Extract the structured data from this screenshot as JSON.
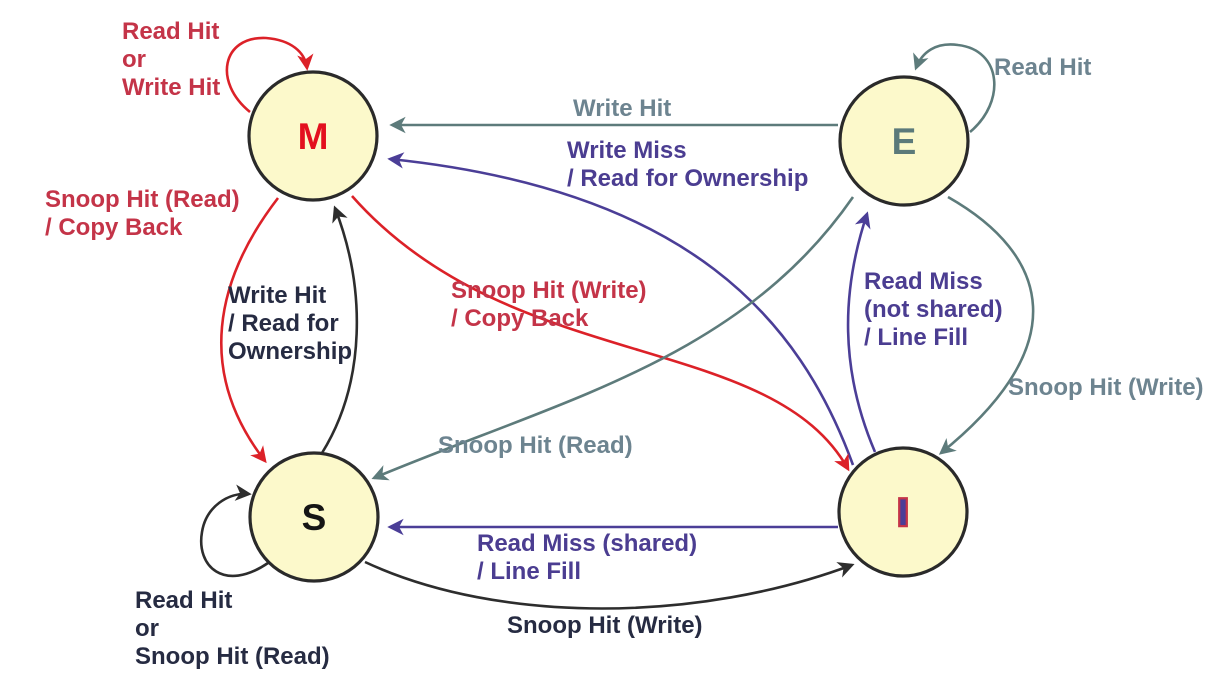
{
  "diagram": {
    "type": "state-machine",
    "description": "MESI cache coherence protocol state transition diagram"
  },
  "states": {
    "M": {
      "label": "M",
      "color": "#e3101e"
    },
    "E": {
      "label": "E",
      "color": "#5b7a7a"
    },
    "S": {
      "label": "S",
      "color": "#151515"
    },
    "I": {
      "label": "I",
      "color": "#4b3e97",
      "outline_color": "#c43448"
    }
  },
  "edges": {
    "m_self": {
      "from": "M",
      "to": "M",
      "lines": [
        "Read Hit",
        "or",
        "Write Hit"
      ],
      "color": "#c43448"
    },
    "e_to_m": {
      "from": "E",
      "to": "M",
      "lines": [
        "Write Hit"
      ],
      "color": "#6d8490"
    },
    "i_to_m": {
      "from": "I",
      "to": "M",
      "lines": [
        "Write Miss",
        "/ Read for Ownership"
      ],
      "color": "#4b3d91"
    },
    "e_self": {
      "from": "E",
      "to": "E",
      "lines": [
        "Read Hit"
      ],
      "color": "#6d8490"
    },
    "m_to_s": {
      "from": "M",
      "to": "S",
      "lines": [
        "Snoop Hit (Read)",
        "/ Copy Back"
      ],
      "color": "#c43448"
    },
    "s_to_m": {
      "from": "S",
      "to": "M",
      "lines": [
        "Write Hit",
        "/ Read for",
        "Ownership"
      ],
      "color": "#262b42"
    },
    "m_to_i": {
      "from": "M",
      "to": "I",
      "lines": [
        "Snoop Hit (Write)",
        "/ Copy Back"
      ],
      "color": "#c43448"
    },
    "i_to_e": {
      "from": "I",
      "to": "E",
      "lines": [
        "Read Miss",
        "(not shared)",
        "/ Line Fill"
      ],
      "color": "#4b3d91"
    },
    "e_to_s": {
      "from": "E",
      "to": "S",
      "lines": [
        "Snoop Hit (Read)"
      ],
      "color": "#6d8490"
    },
    "e_to_i": {
      "from": "E",
      "to": "I",
      "lines": [
        "Snoop Hit (Write)"
      ],
      "color": "#6d8490"
    },
    "i_to_s": {
      "from": "I",
      "to": "S",
      "lines": [
        "Read Miss (shared)",
        "/ Line Fill"
      ],
      "color": "#4b3d91"
    },
    "s_to_i": {
      "from": "S",
      "to": "I",
      "lines": [
        "Snoop Hit (Write)"
      ],
      "color": "#262b42"
    },
    "s_self": {
      "from": "S",
      "to": "S",
      "lines": [
        "Read Hit",
        "or",
        "Snoop Hit (Read)"
      ],
      "color": "#262b42"
    }
  },
  "colors": {
    "node_fill": "#fcf9cb",
    "node_border": "#2a2a2a",
    "red_arrow": "#dc2128",
    "crimson_label": "#c43448",
    "gray_arrow": "#5d7b7b",
    "gray_label": "#6d8490",
    "purple_arrow": "#4b3e97",
    "purple_label": "#4b3d91",
    "black_arrow": "#2d2d2d",
    "dark_label": "#262b42"
  }
}
